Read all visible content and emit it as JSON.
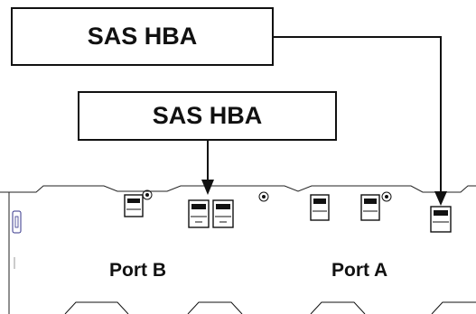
{
  "callouts": {
    "top_label": "SAS HBA",
    "mid_label": "SAS HBA"
  },
  "ports": {
    "port_b": "Port B",
    "port_a": "Port A"
  },
  "colors": {
    "line": "#111111",
    "background": "#ffffff"
  }
}
